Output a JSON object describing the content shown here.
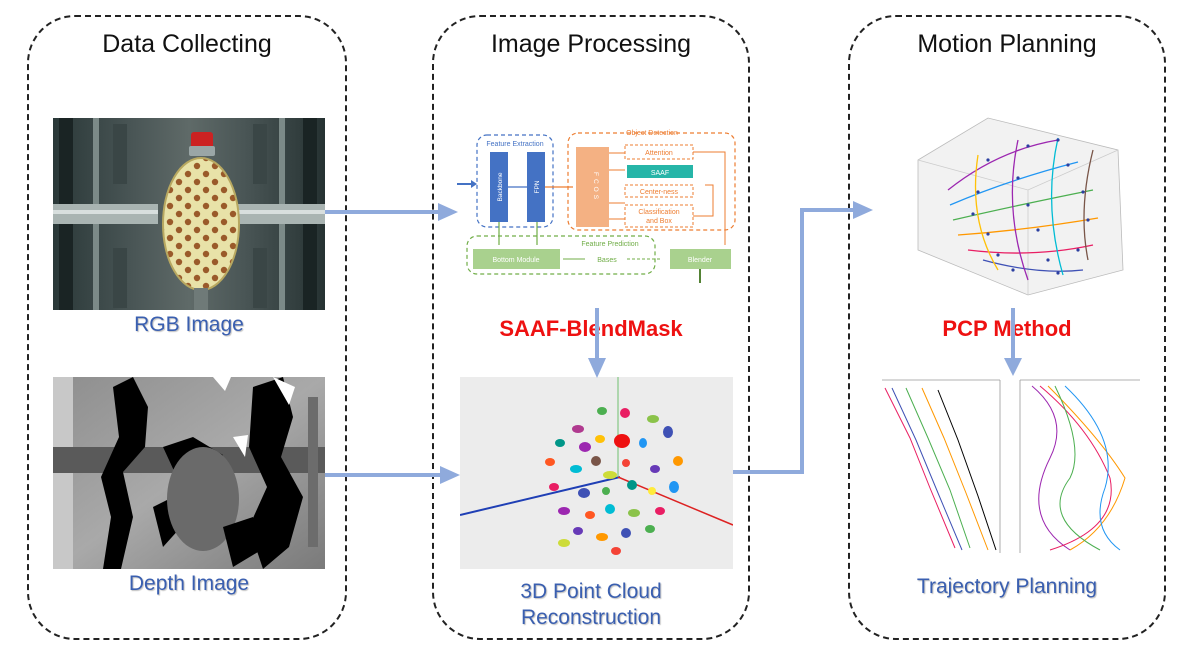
{
  "panels": {
    "data": {
      "title": "Data Collecting",
      "rgb_caption": "RGB Image",
      "depth_caption": "Depth Image"
    },
    "image": {
      "title": "Image Processing",
      "method_label": "SAAF-BlendMask",
      "cloud_caption_line1": "3D Point Cloud",
      "cloud_caption_line2": "Reconstruction"
    },
    "motion": {
      "title": "Motion Planning",
      "method_label": "PCP Method",
      "traj_caption": "Trajectory Planning"
    }
  },
  "network": {
    "feature_extraction": "Feature Extraction",
    "backbone": "Backbone",
    "fpn": "FPN",
    "object_detection": "Object Detection",
    "fcos": "FCOS",
    "attention": "Attention",
    "saaf": "SAAF",
    "centerness": "Center-ness",
    "classification_line1": "Classification",
    "classification_line2": "and Box",
    "feature_prediction": "Feature Prediction",
    "bottom_module": "Bottom Module",
    "bases": "Bases",
    "blender": "Blender"
  },
  "colors": {
    "caption_blue": "#3a5fb0",
    "method_red": "#ee1111",
    "arrow_blue": "#8faadc",
    "network_blue": "#4472c4",
    "network_orange": "#ed7d31",
    "network_green": "#70ad47",
    "saaf_teal": "#26b5a8"
  }
}
